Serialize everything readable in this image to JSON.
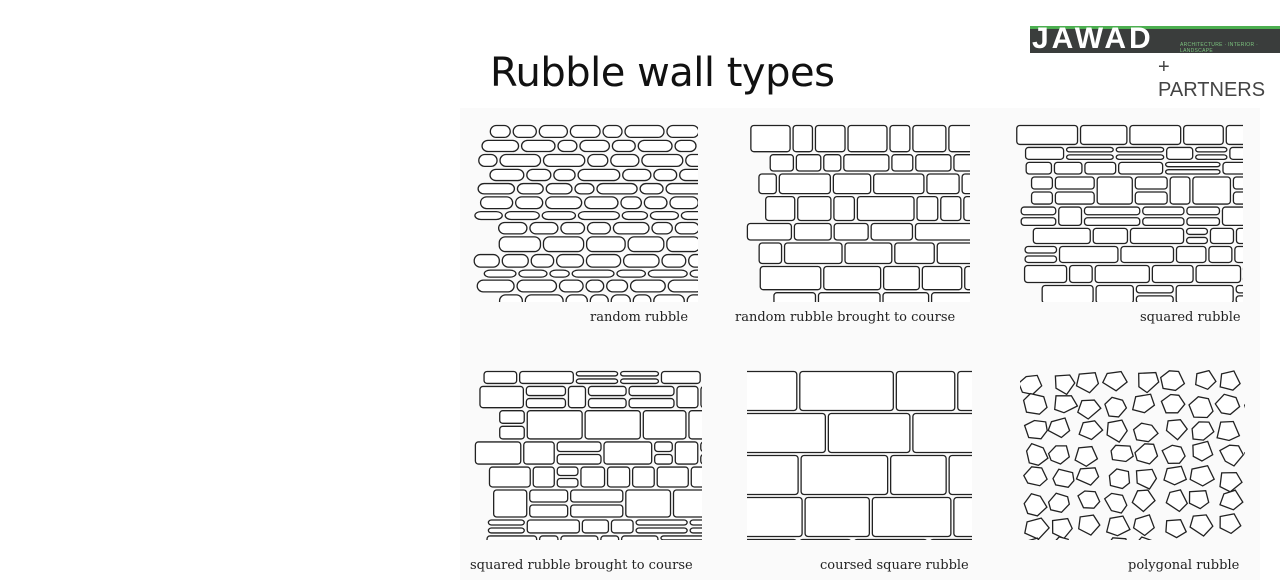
{
  "slide": {
    "title": "Rubble wall types"
  },
  "logo": {
    "name": "JAWAD",
    "tagline": "ARCHITECTURE · INTERIOR · LANDSCAPE",
    "partners": "+ PARTNERS",
    "accent": "#4caf50"
  },
  "panels": [
    {
      "caption": "random rubble",
      "style": "random"
    },
    {
      "caption": "random rubble brought to course",
      "style": "brought"
    },
    {
      "caption": "squared rubble",
      "style": "squared"
    },
    {
      "caption": "squared rubble brought to course",
      "style": "squared"
    },
    {
      "caption": "coursed square rubble",
      "style": "coursed"
    },
    {
      "caption": "polygonal rubble",
      "style": "polygonal"
    }
  ]
}
